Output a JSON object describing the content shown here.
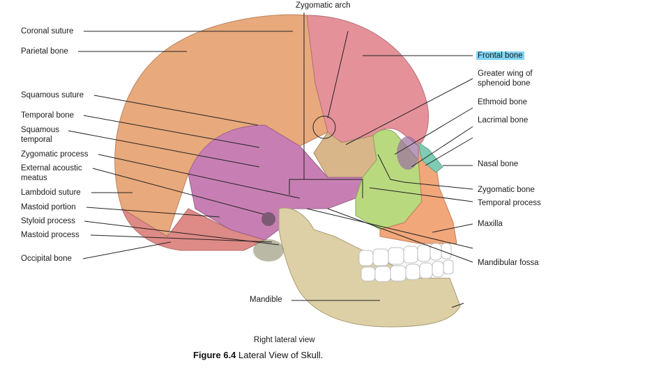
{
  "labels": {
    "zygomatic_arch": "Zygomatic arch",
    "coronal_suture": "Coronal suture",
    "parietal_bone": "Parietal bone",
    "squamous_suture": "Squamous suture",
    "temporal_bone": "Temporal bone",
    "squamous_temporal": "Squamous temporal",
    "zygomatic_process": "Zygomatic process",
    "external_acoustic_meatus": "External acoustic meatus",
    "lambdoid_suture": "Lambdoid suture",
    "mastoid_portion": "Mastoid portion",
    "styloid_process": "Styloid process",
    "mastoid_process": "Mastoid process",
    "occipital_bone": "Occipital bone",
    "frontal_bone": "Frontal bone",
    "greater_wing": "Greater wing of sphenoid bone",
    "ethmoid_bone": "Ethmoid bone",
    "lacrimal_bone": "Lacrimal bone",
    "nasal_bone": "Nasal bone",
    "zygomatic_bone": "Zygomatic bone",
    "temporal_process": "Temporal process",
    "maxilla": "Maxilla",
    "mandibular_fossa": "Mandibular fossa",
    "mandible": "Mandible"
  },
  "view_caption": "Right lateral view",
  "figure": {
    "number": "Figure 6.4",
    "title": "Lateral View of Skull."
  },
  "colors": {
    "parietal": "#e8a97c",
    "frontal": "#e49199",
    "occipital": "#de8a86",
    "temporal": "#c77fb3",
    "sphenoid": "#d9b58a",
    "zygomatic": "#b9d97f",
    "maxilla": "#f2a77a",
    "nasal": "#7fcbb4",
    "mandible": "#ddd0a6",
    "highlight": "#7fd4f5"
  }
}
